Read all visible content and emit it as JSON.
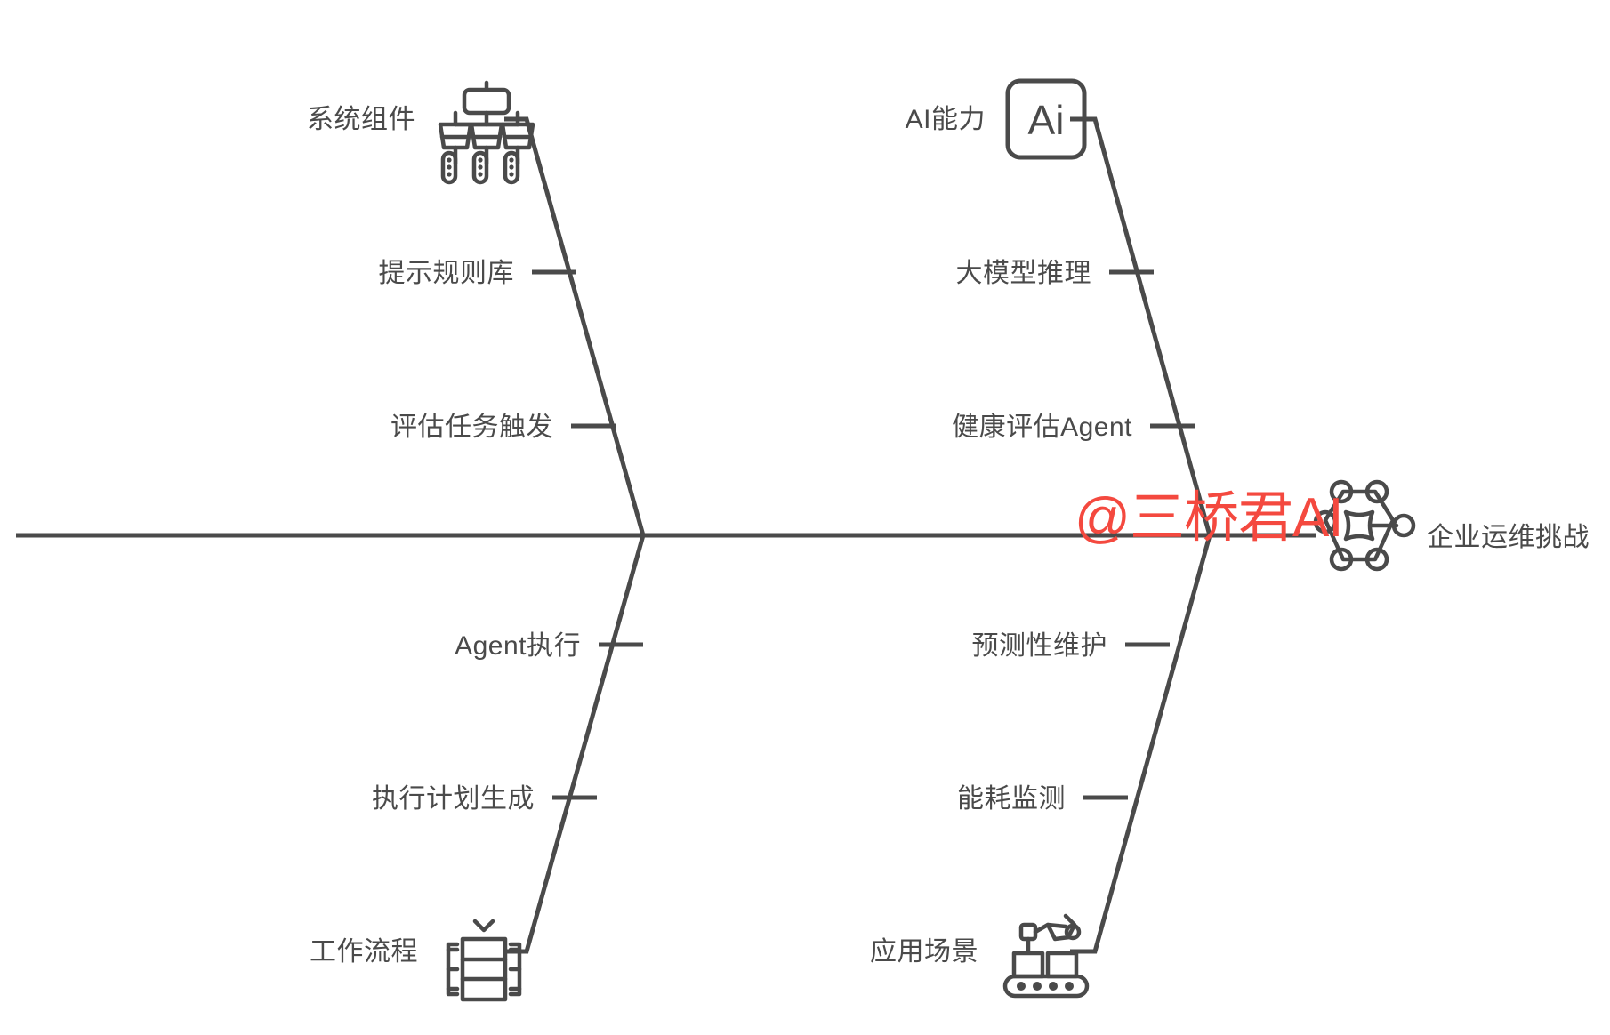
{
  "diagram": {
    "type": "fishbone",
    "head_label": "企业运维挑战",
    "head_icon": "network-node-icon",
    "watermark": "@三桥君AI",
    "watermark_color": "#f4493f",
    "line_color": "#4a4a4a",
    "background_color": "#ffffff",
    "branches": [
      {
        "id": "system-components",
        "position": "top-left",
        "label": "系统组件",
        "icon": "system-components-icon",
        "causes": [
          {
            "label": "提示规则库"
          },
          {
            "label": "评估任务触发"
          }
        ]
      },
      {
        "id": "ai-capability",
        "position": "top-right",
        "label": "AI能力",
        "icon": "ai-square-icon",
        "icon_text": "Ai",
        "causes": [
          {
            "label": "大模型推理"
          },
          {
            "label": "健康评估Agent"
          }
        ]
      },
      {
        "id": "workflow",
        "position": "bottom-left",
        "label": "工作流程",
        "icon": "workflow-icon",
        "causes": [
          {
            "label": "Agent执行"
          },
          {
            "label": "执行计划生成"
          }
        ]
      },
      {
        "id": "application-scenarios",
        "position": "bottom-right",
        "label": "应用场景",
        "icon": "robot-arm-conveyor-icon",
        "causes": [
          {
            "label": "预测性维护"
          },
          {
            "label": "能耗监测"
          }
        ]
      }
    ]
  }
}
